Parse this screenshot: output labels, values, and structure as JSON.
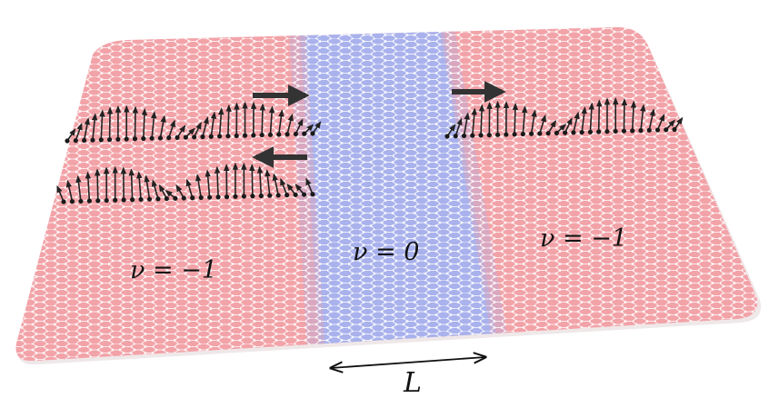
{
  "labels": {
    "nu_left": "ν = −1",
    "nu_center": "ν = 0",
    "nu_right": "ν = −1",
    "length": "L"
  },
  "colors": {
    "region_outer": "#f2a3a8",
    "region_center": "#a9b2ec",
    "lattice": "#ffffff",
    "spin": "#222222"
  }
}
